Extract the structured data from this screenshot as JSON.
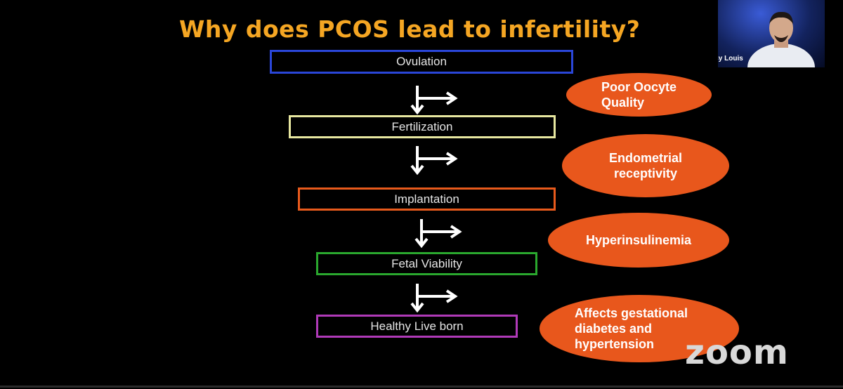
{
  "slide": {
    "title": "Why does PCOS lead to infertility?"
  },
  "steps": [
    {
      "label": "Ovulation",
      "color": "#2a46d8"
    },
    {
      "label": "Fertilization",
      "color": "#e7e7a0"
    },
    {
      "label": "Implantation",
      "color": "#e85a1c"
    },
    {
      "label": "Fetal Viability",
      "color": "#2aa82e"
    },
    {
      "label": "Healthy Live born",
      "color": "#b03ab8"
    }
  ],
  "factors": [
    {
      "line1": "Poor Oocyte",
      "line2": "Quality",
      "line3": ""
    },
    {
      "line1": "Endometrial",
      "line2": "receptivity",
      "line3": ""
    },
    {
      "line1": "Hyperinsulinemia",
      "line2": "",
      "line3": ""
    },
    {
      "line1": "Affects gestational",
      "line2": "diabetes and",
      "line3": "hypertension"
    }
  ],
  "participant": {
    "name": "Fessy Louis"
  },
  "app": {
    "logo": "zoom"
  },
  "colors": {
    "title": "#f5a623",
    "oval": "#e8571c"
  }
}
